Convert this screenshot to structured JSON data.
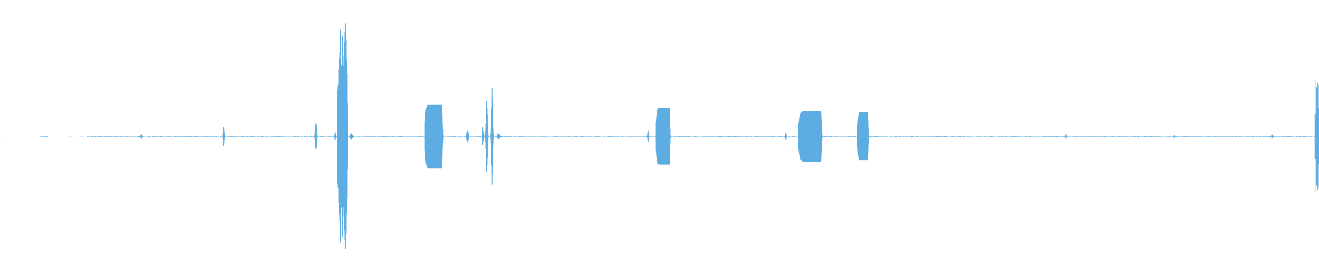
{
  "waveform": {
    "color": "#5dade2",
    "duration_fraction_visible": 1.0,
    "baseline_amplitude": 0.004,
    "silent_ranges": [
      [
        0.0,
        0.03
      ],
      [
        0.036,
        0.066
      ]
    ],
    "events": [
      {
        "name": "tick-1",
        "t": 0.107,
        "width": 0.003,
        "amplitude": 0.02,
        "shape": "spike"
      },
      {
        "name": "blip-1",
        "t": 0.1695,
        "width": 0.0025,
        "amplitude": 0.085,
        "shape": "spike"
      },
      {
        "name": "blip-2",
        "t": 0.2395,
        "width": 0.003,
        "amplitude": 0.12,
        "shape": "spike"
      },
      {
        "name": "blip-3",
        "t": 0.254,
        "width": 0.002,
        "amplitude": 0.05,
        "shape": "spike"
      },
      {
        "name": "burst-1",
        "t": 0.2595,
        "width": 0.007,
        "amplitude": 0.9,
        "shape": "burst"
      },
      {
        "name": "burst-1b",
        "t": 0.2625,
        "width": 0.003,
        "amplitude": 0.97,
        "shape": "spike"
      },
      {
        "name": "tail-1",
        "t": 0.2665,
        "width": 0.005,
        "amplitude": 0.03,
        "shape": "spike"
      },
      {
        "name": "block-1",
        "t": 0.329,
        "width": 0.014,
        "amplitude": 0.25,
        "shape": "block"
      },
      {
        "name": "blip-4",
        "t": 0.3545,
        "width": 0.003,
        "amplitude": 0.05,
        "shape": "spike"
      },
      {
        "name": "blip-5",
        "t": 0.366,
        "width": 0.002,
        "amplitude": 0.09,
        "shape": "spike"
      },
      {
        "name": "spike-1",
        "t": 0.369,
        "width": 0.003,
        "amplitude": 0.33,
        "shape": "spike"
      },
      {
        "name": "spike-2",
        "t": 0.373,
        "width": 0.003,
        "amplitude": 0.42,
        "shape": "spike"
      },
      {
        "name": "tail-2",
        "t": 0.378,
        "width": 0.005,
        "amplitude": 0.03,
        "shape": "spike"
      },
      {
        "name": "blip-6",
        "t": 0.4915,
        "width": 0.002,
        "amplitude": 0.06,
        "shape": "spike"
      },
      {
        "name": "block-2",
        "t": 0.503,
        "width": 0.011,
        "amplitude": 0.225,
        "shape": "block"
      },
      {
        "name": "blip-7",
        "t": 0.5955,
        "width": 0.002,
        "amplitude": 0.04,
        "shape": "spike"
      },
      {
        "name": "block-3",
        "t": 0.6145,
        "width": 0.018,
        "amplitude": 0.2,
        "shape": "block"
      },
      {
        "name": "block-4",
        "t": 0.6545,
        "width": 0.0085,
        "amplitude": 0.19,
        "shape": "block"
      },
      {
        "name": "blip-8",
        "t": 0.808,
        "width": 0.002,
        "amplitude": 0.03,
        "shape": "spike"
      },
      {
        "name": "blip-9",
        "t": 0.8905,
        "width": 0.002,
        "amplitude": 0.015,
        "shape": "spike"
      },
      {
        "name": "blip-10",
        "t": 0.9645,
        "width": 0.003,
        "amplitude": 0.02,
        "shape": "spike"
      },
      {
        "name": "edge-1",
        "t": 0.9985,
        "width": 0.003,
        "amplitude": 0.45,
        "shape": "burst"
      }
    ]
  }
}
